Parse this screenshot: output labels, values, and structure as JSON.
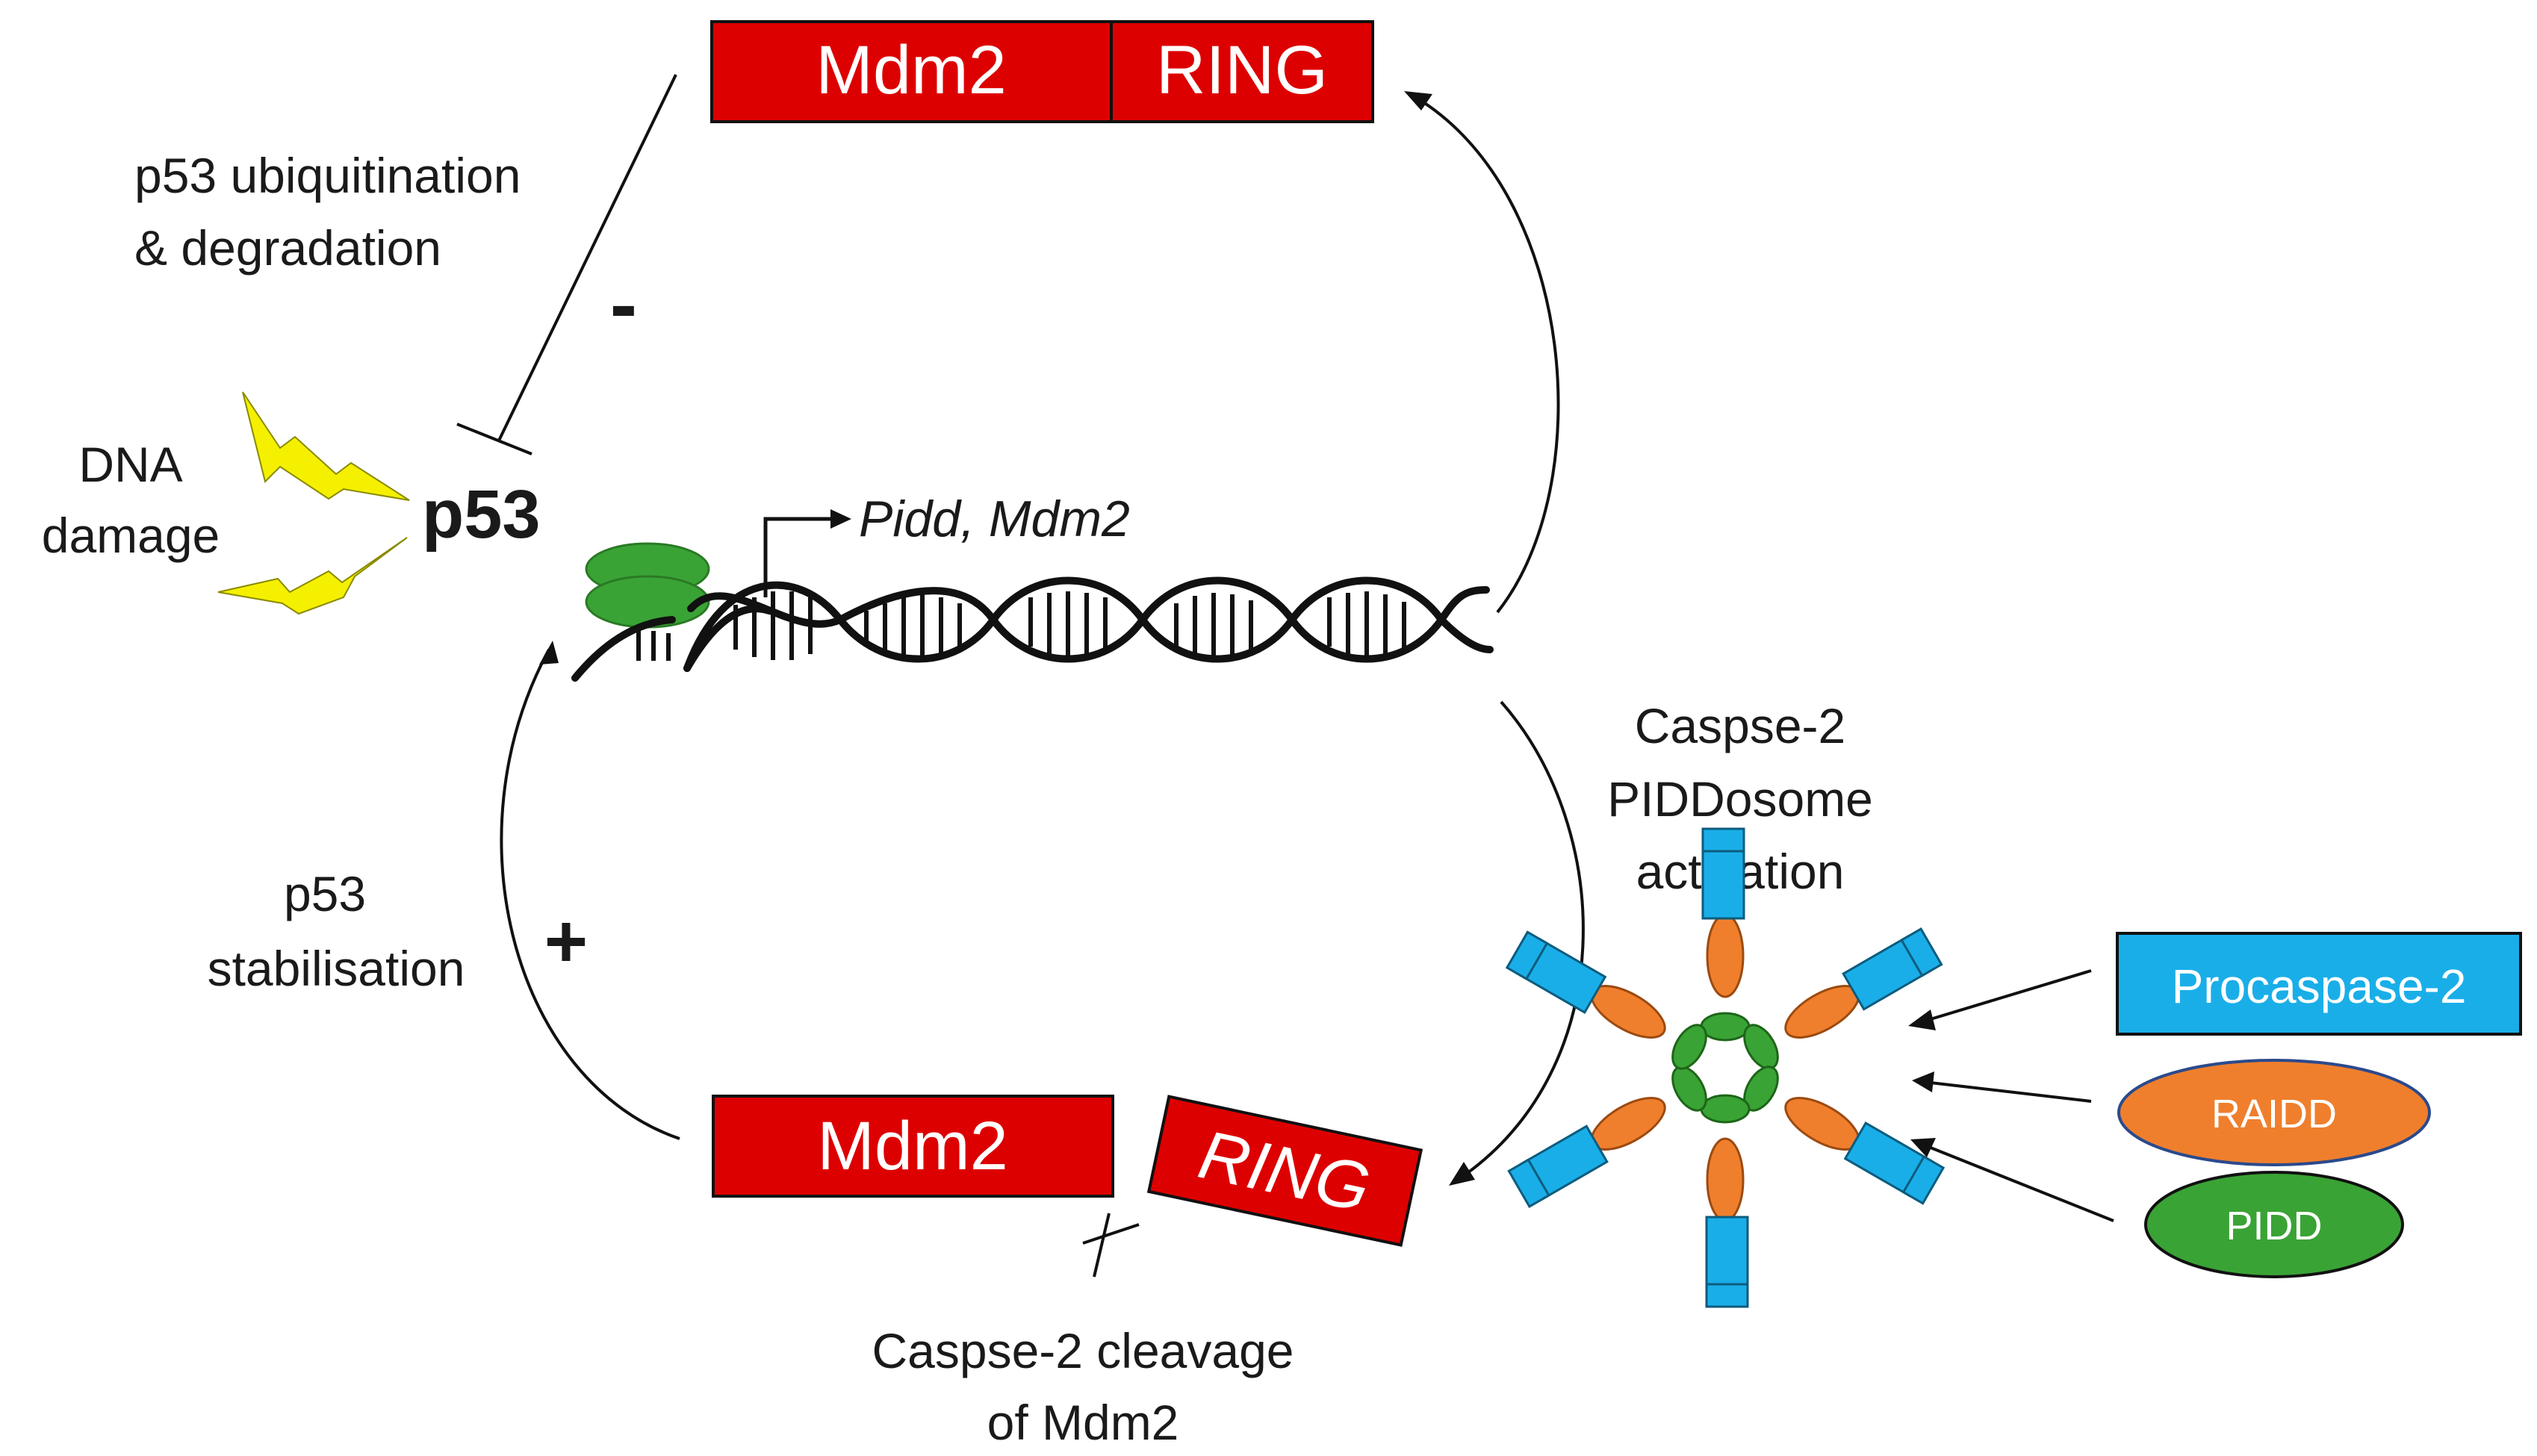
{
  "mdm2_top": {
    "mdm2_label": "Mdm2",
    "ring_label": "RING"
  },
  "mdm2_bottom": {
    "mdm2_label": "Mdm2",
    "ring_label": "RING"
  },
  "labels": {
    "ubiquitination_line1": "p53 ubiquitination",
    "ubiquitination_line2": "& degradation",
    "minus_sign": "-",
    "dna_damage_line1": "DNA",
    "dna_damage_line2": "damage",
    "p53": "p53",
    "genes": "Pidd, Mdm2",
    "stabilisation_line1": "p53",
    "stabilisation_line2": "stabilisation",
    "plus_sign": "+",
    "piddosome_line1": "Caspse-2",
    "piddosome_line2": "PIDDosome",
    "piddosome_line3": "activation",
    "cleavage_line1": "Caspse-2 cleavage",
    "cleavage_line2": "of Mdm2"
  },
  "components": {
    "procaspase": "Procaspase-2",
    "raidd": "RAIDD",
    "pidd": "PIDD"
  },
  "colors": {
    "mdm2_red": "#dd0000",
    "procaspase_blue": "#1aaee8",
    "raidd_orange": "#ef7f2d",
    "pidd_green": "#3aa335",
    "lightning_yellow": "#f5f000",
    "line": "#111111"
  }
}
